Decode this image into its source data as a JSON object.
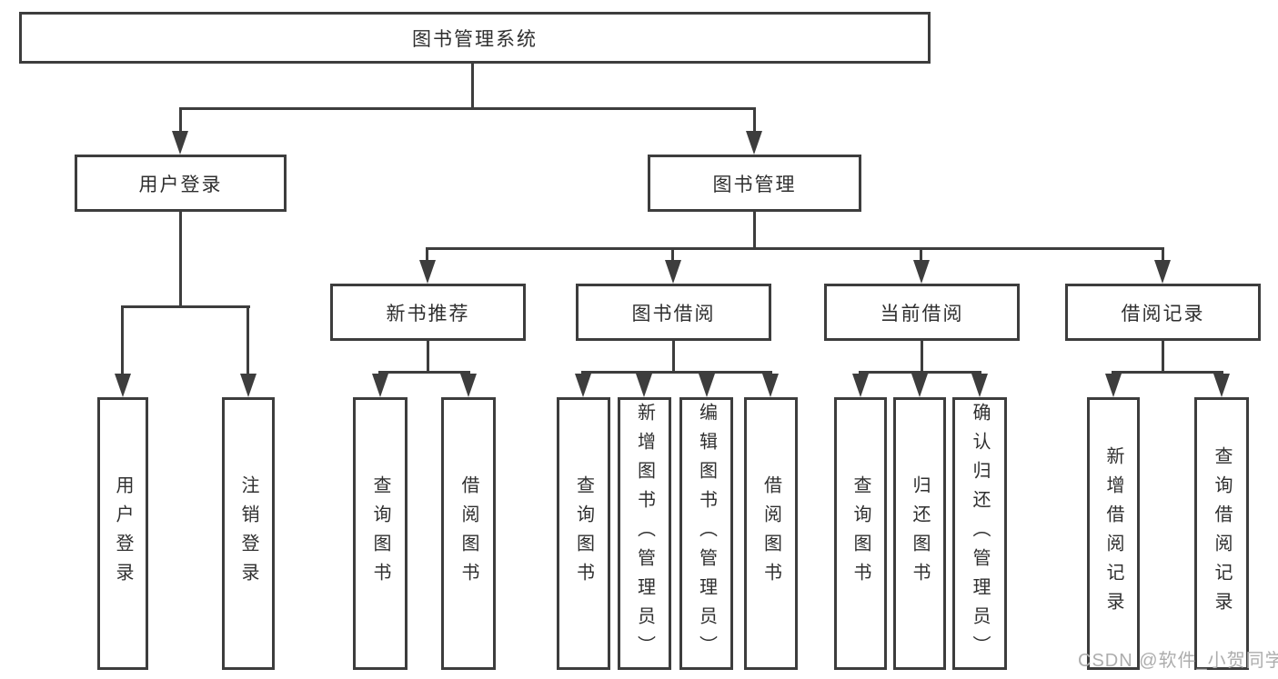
{
  "diagram": {
    "root": {
      "label": "图书管理系统"
    },
    "level2": [
      {
        "label": "用户登录"
      },
      {
        "label": "图书管理"
      }
    ],
    "level3": [
      {
        "label": "新书推荐"
      },
      {
        "label": "图书借阅"
      },
      {
        "label": "当前借阅"
      },
      {
        "label": "借阅记录"
      }
    ],
    "leaves": {
      "user_login": [
        "用户登录",
        "注销登录"
      ],
      "new_book_recommend": [
        "查询图书",
        "借阅图书"
      ],
      "book_borrow": [
        "查询图书",
        "新增图书（管理员）",
        "编辑图书（管理员）",
        "借阅图书"
      ],
      "current_borrow": [
        "查询图书",
        "归还图书",
        "确认归还（管理员）"
      ],
      "borrow_record": [
        "新增借阅记录",
        "查询借阅记录"
      ]
    }
  },
  "watermark": {
    "text": "CSDN @软件_小贺同学"
  },
  "colors": {
    "line": "#3d3d3d",
    "text": "#2f2f2f",
    "watermark": "#adadad",
    "background": "#ffffff"
  }
}
